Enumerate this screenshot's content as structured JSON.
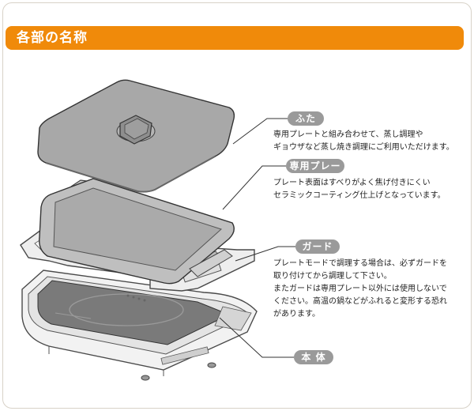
{
  "header": {
    "title": "各部の名称"
  },
  "parts": [
    {
      "label": "ふた",
      "lines": [
        "専用プレートと組み合わせて、蒸し調理や",
        "ギョウザなど蒸し焼き調理にご利用いただけます。"
      ]
    },
    {
      "label": "専用プレート",
      "lines": [
        "プレート表面はすべりがよく焦げ付きにくい",
        "セラミックコーティング仕上げとなっています。"
      ]
    },
    {
      "label": "ガード",
      "lines": [
        "プレートモードで調理する場合は、必ずガードを",
        "取り付けてから調理して下さい。",
        "またガードは専用プレート以外には使用しないで",
        "ください。高温の鍋などがふれると変形する恐れ",
        "があります。"
      ]
    },
    {
      "label": "本 体",
      "lines": []
    }
  ],
  "colors": {
    "accent": "#f08a0a",
    "pill": "#9a9a9a"
  }
}
